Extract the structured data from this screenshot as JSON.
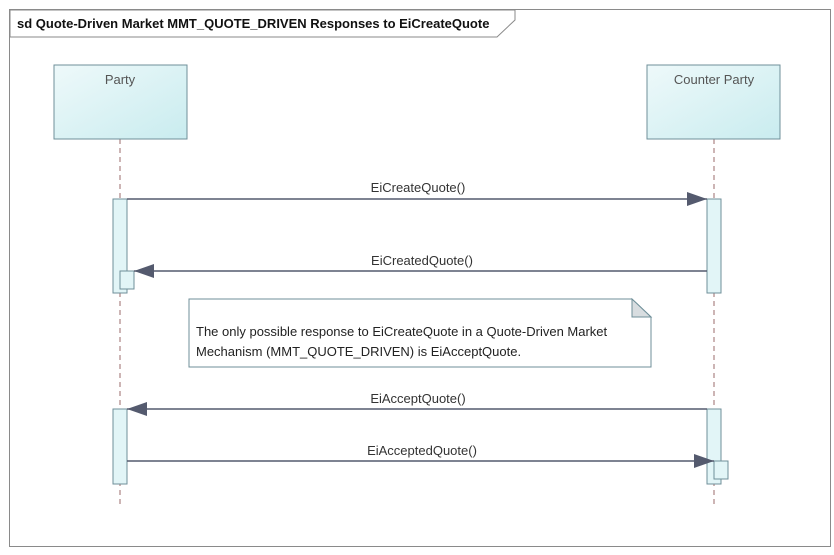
{
  "diagram": {
    "title": "sd Quote-Driven Market MMT_QUOTE_DRIVEN Responses to EiCreateQuote",
    "lifelines": [
      {
        "name": "Party"
      },
      {
        "name": "Counter Party"
      }
    ],
    "messages": [
      {
        "label": "EiCreateQuote()"
      },
      {
        "label": "EiCreatedQuote()"
      },
      {
        "label": "EiAcceptQuote()"
      },
      {
        "label": "EiAcceptedQuote()"
      }
    ],
    "note": {
      "line1": "The only possible response to EiCreateQuote in a Quote-Driven Market",
      "line2": "Mechanism  (MMT_QUOTE_DRIVEN) is EiAcceptQuote."
    },
    "colors": {
      "lifeline_fill": "#d9f1f3",
      "activation_fill": "#e2f5f7",
      "arrow": "#545a6e",
      "lifeline_dash": "#9b6b6b",
      "note_border": "#6f8f99"
    }
  }
}
